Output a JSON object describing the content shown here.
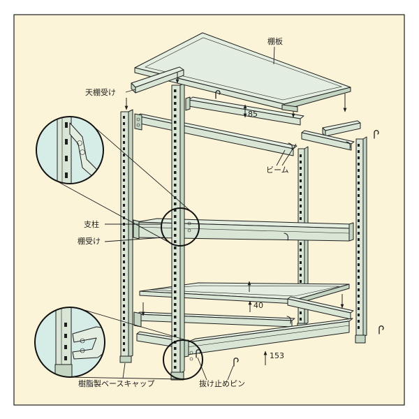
{
  "labels": {
    "shelf_board": "棚板",
    "top_shelf_support": "天棚受け",
    "dim_85": "85",
    "beam": "ビーム",
    "post": "支柱",
    "shelf_support": "棚受け",
    "dim_40": "40",
    "dim_153": "153",
    "base_cap": "樹脂製ベースキャップ",
    "retaining_pin": "抜け止めピン"
  },
  "colors": {
    "background": "#fcf4d8",
    "metal": "#d9e6d6",
    "metal_light": "#e4eee0",
    "metal_dark": "#c4d5c2",
    "inset": "#d6ece6",
    "ink": "#1e1e1e"
  }
}
